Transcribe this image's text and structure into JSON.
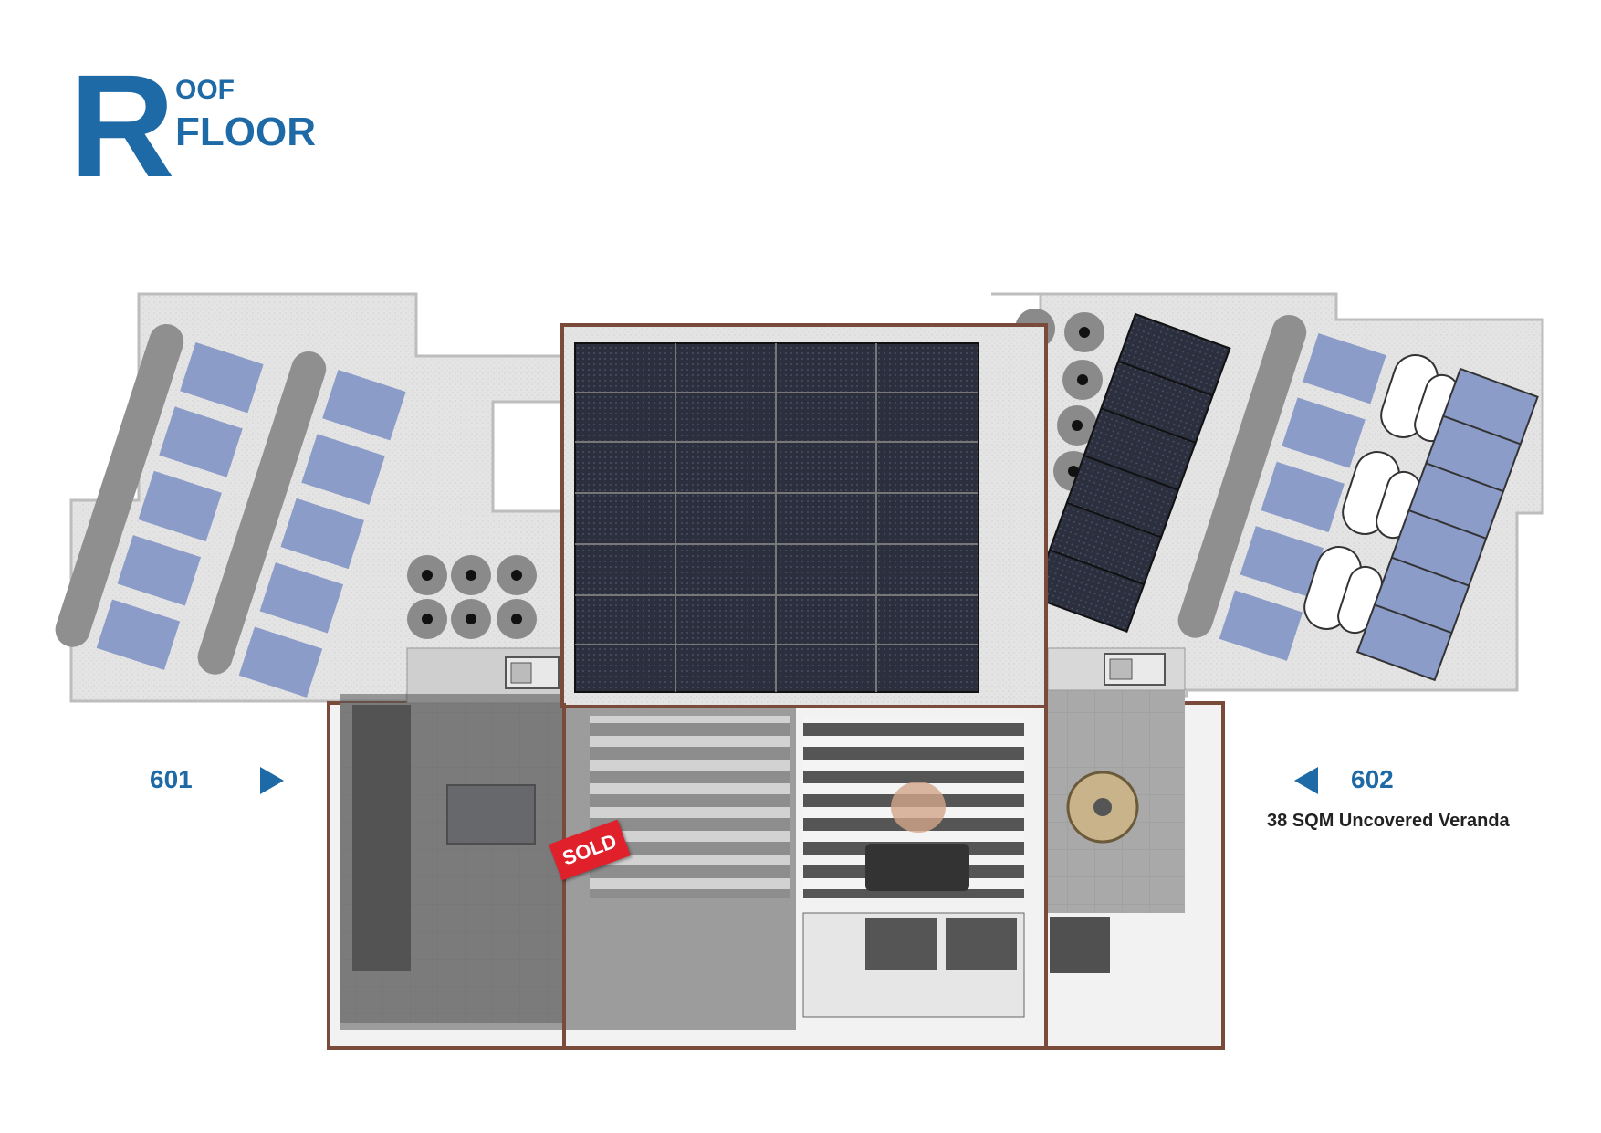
{
  "title": {
    "initial": "R",
    "line1": "OOF",
    "line2": "FLOOR"
  },
  "units": {
    "left": {
      "number": "601"
    },
    "right": {
      "number": "602",
      "note": "38 SQM Uncovered Veranda"
    }
  },
  "badge": {
    "sold": "SOLD"
  },
  "colors": {
    "brand": "#1e6aa6",
    "sold": "#e0202a",
    "gravel": "#e6e6e6",
    "panel_blue": "#8b9cc8",
    "solar_dark": "#2b2f3e",
    "wall_brown": "#7a4a3a"
  },
  "icons": [
    "arrow-right-icon",
    "arrow-left-icon",
    "sink-icon",
    "table-icon"
  ]
}
